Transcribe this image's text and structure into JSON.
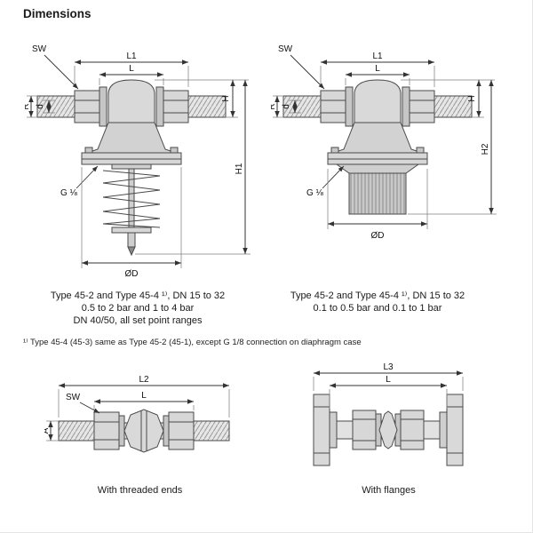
{
  "page": {
    "title": "Dimensions"
  },
  "labels": {
    "sw": "SW",
    "l": "L",
    "l1": "L1",
    "l2": "L2",
    "l3": "L3",
    "h": "H",
    "h1": "H1",
    "h2": "H2",
    "r": "R",
    "d": "d",
    "a": "A",
    "g18": "G ⅛",
    "od": "ØD"
  },
  "captions": {
    "top_left": {
      "line1": "Type 45-2 and Type 45-4 ¹⁾, DN 15 to 32",
      "line2": "0.5 to 2 bar and 1 to 4 bar",
      "line3": "DN 40/50, all set point ranges"
    },
    "top_right": {
      "line1": "Type 45-2 and Type 45-4 ¹⁾, DN 15 to 32",
      "line2": "0.1 to 0.5 bar and 0.1 to 1 bar"
    },
    "footnote": "¹⁾ Type 45-4 (45-3) same as Type 45-2 (45-1), except G 1/8 connection on diaphragm case",
    "bottom_left": "With threaded ends",
    "bottom_right": "With flanges"
  }
}
